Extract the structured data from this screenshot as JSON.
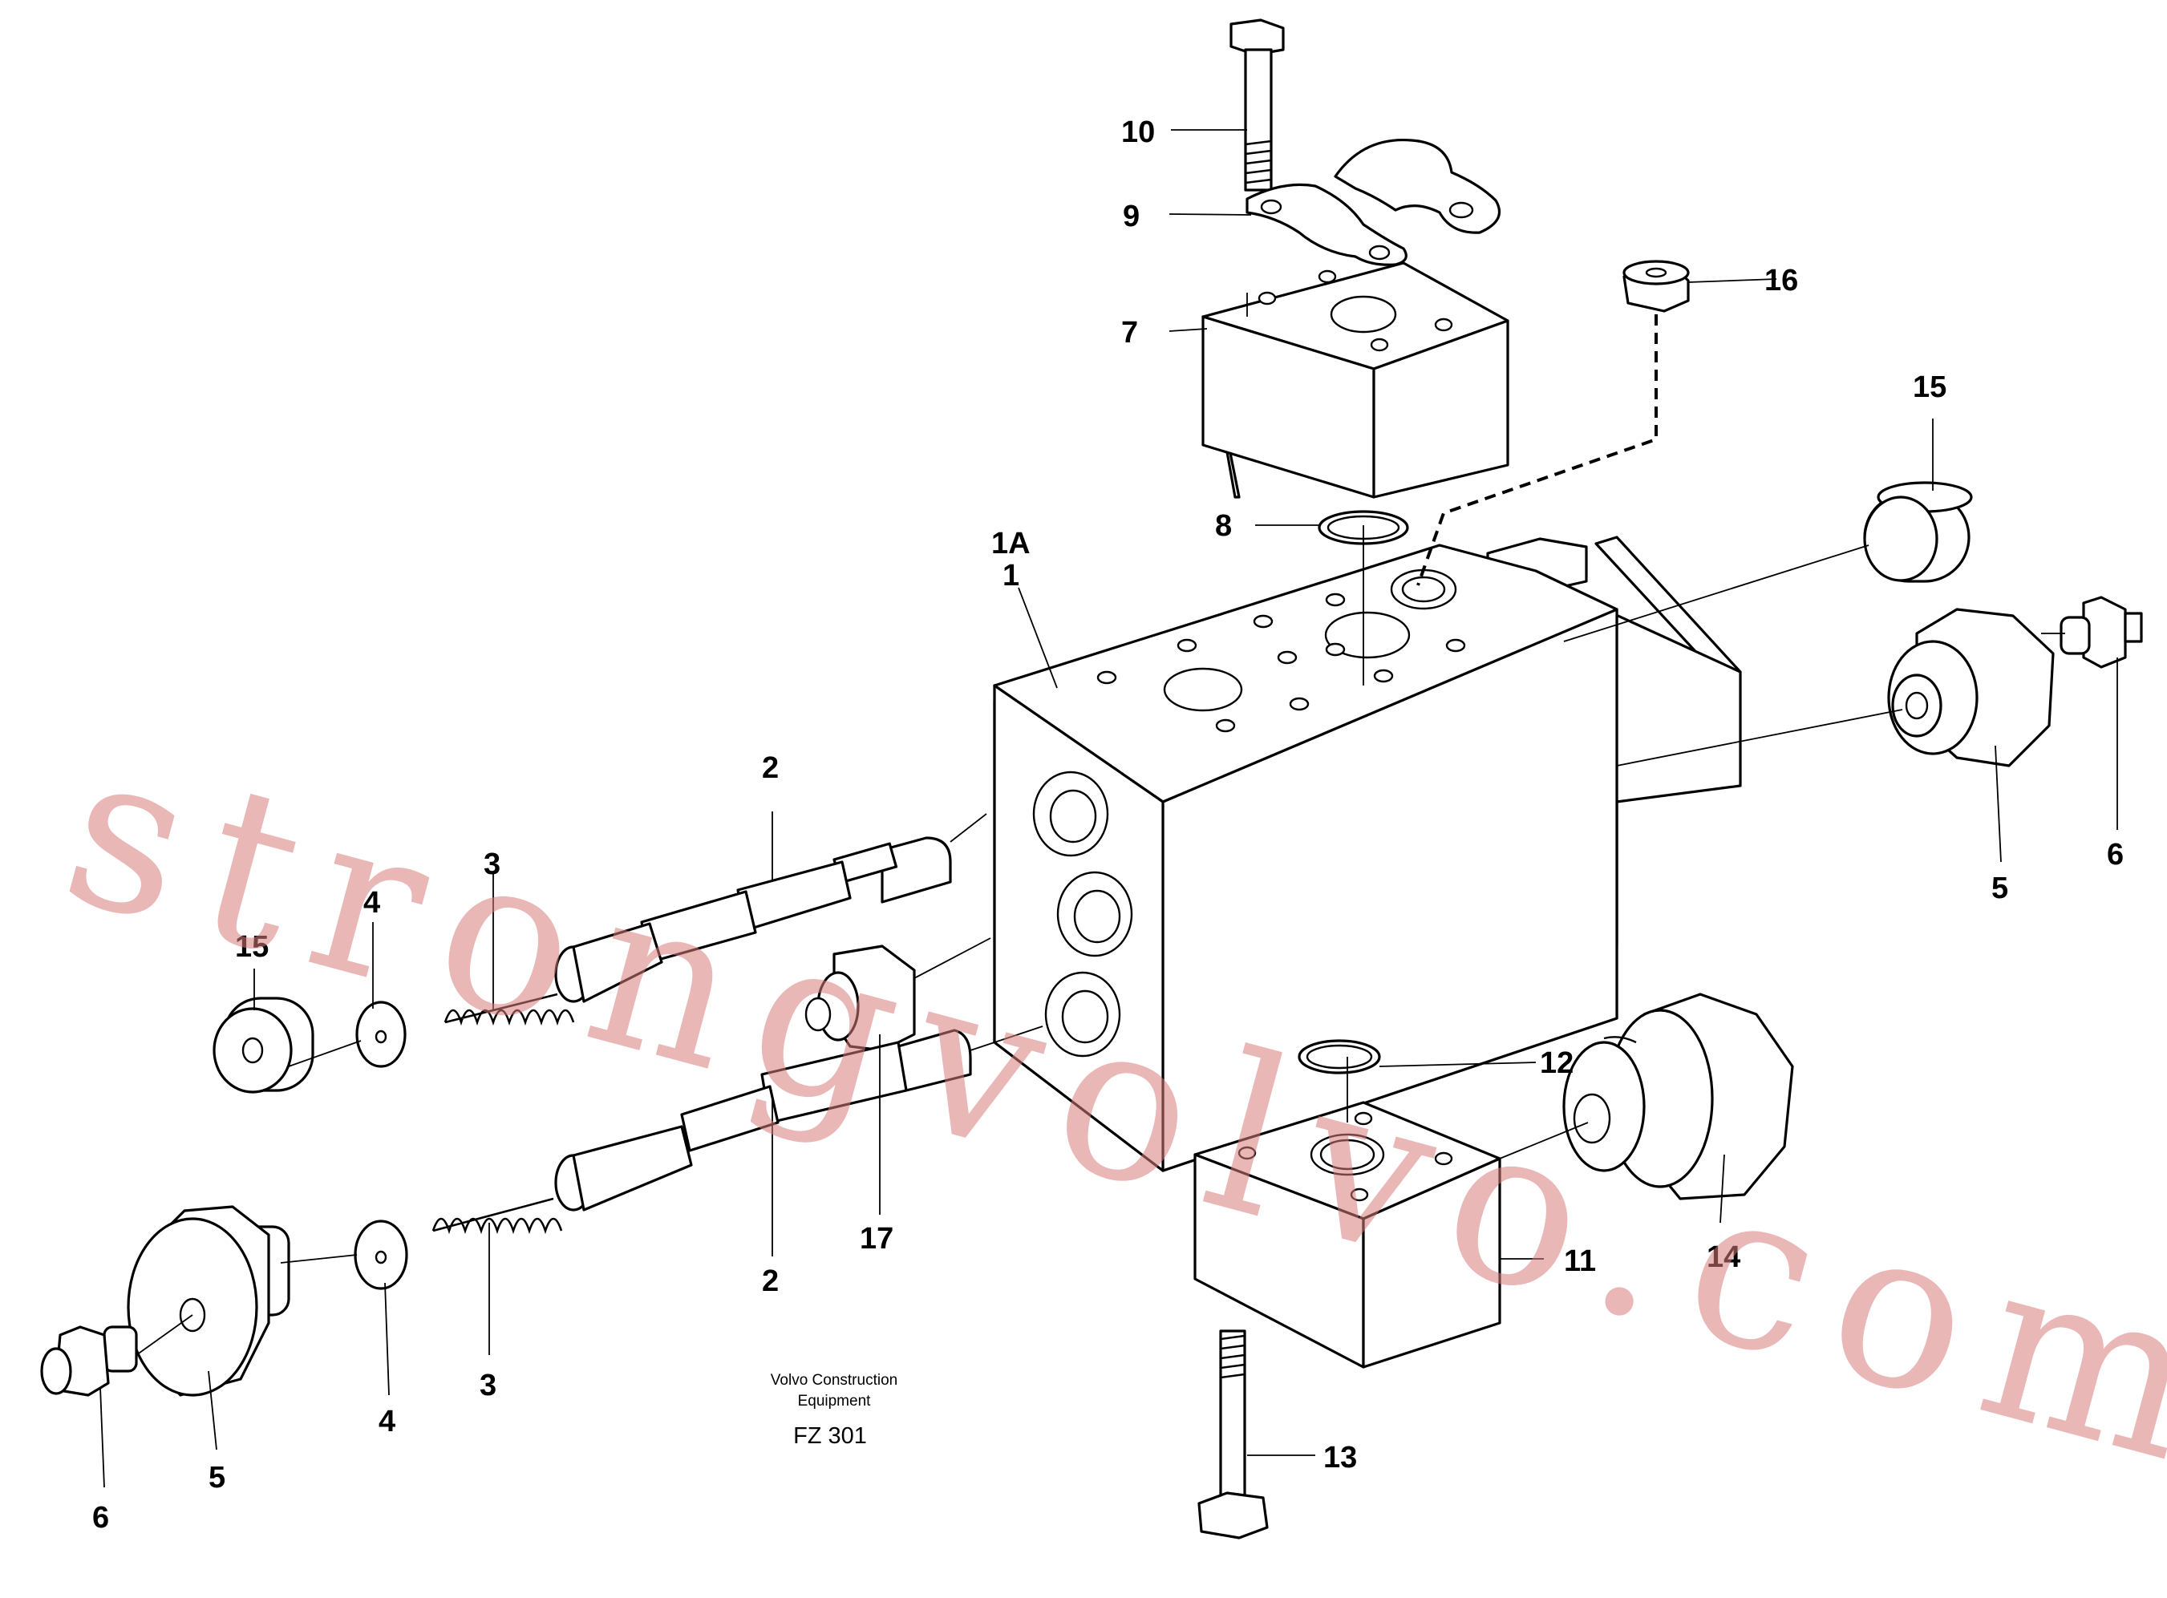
{
  "labels": {
    "l10": "10",
    "l9": "9",
    "l7": "7",
    "l16": "16",
    "l8": "8",
    "l15_right": "15",
    "l1A": "1A",
    "l1": "1",
    "l2_upper": "2",
    "l3_upper": "3",
    "l4_upper": "4",
    "l15_left": "15",
    "l5_right": "5",
    "l6_right": "6",
    "l12": "12",
    "l17": "17",
    "l2_lower": "2",
    "l11": "11",
    "l14": "14",
    "l3_lower": "3",
    "l4_lower": "4",
    "l5_left": "5",
    "l6_left": "6",
    "l13": "13"
  },
  "credit": {
    "line1": "Volvo Construction",
    "line2": "Equipment",
    "code": "FZ 301"
  },
  "watermark": "strongvolvo.com",
  "colors": {
    "line": "#000000",
    "background": "#ffffff",
    "watermark": "#d97b7b"
  }
}
